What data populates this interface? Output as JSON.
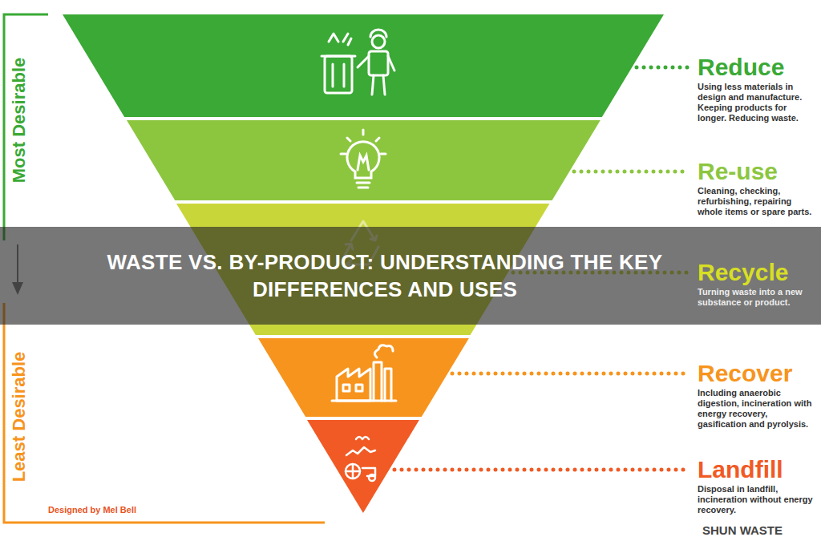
{
  "diagram": {
    "title": "WASTE VS. BY-PRODUCT: UNDERSTANDING THE KEY DIFFERENCES AND USES",
    "nodes": [
      {
        "text": [
          "Reduce",
          "Using less materials in design and manufacture. Keeping products for longer. Reducing waste."
        ]
      },
      {
        "text": [
          "Re-use",
          "Cleaning, checking, refurbishing, repairing whole items or spare parts."
        ]
      },
      {
        "text": [
          "Recycle",
          "Turning waste into a new substance or product."
        ]
      },
      {
        "text": [
          "Recover",
          "Including anaerobic digestion, incineration with energy recovery, gasification and pyrolysis."
        ]
      },
      {
        "text": [
          "Landfill",
          "Disposal in landfill, incineration without energy recovery."
        ]
      }
    ],
    "labels": [
      "Most Desirable",
      "Least Desirable",
      "Designed by Mel Bell",
      "SHUN WASTE"
    ]
  }
}
